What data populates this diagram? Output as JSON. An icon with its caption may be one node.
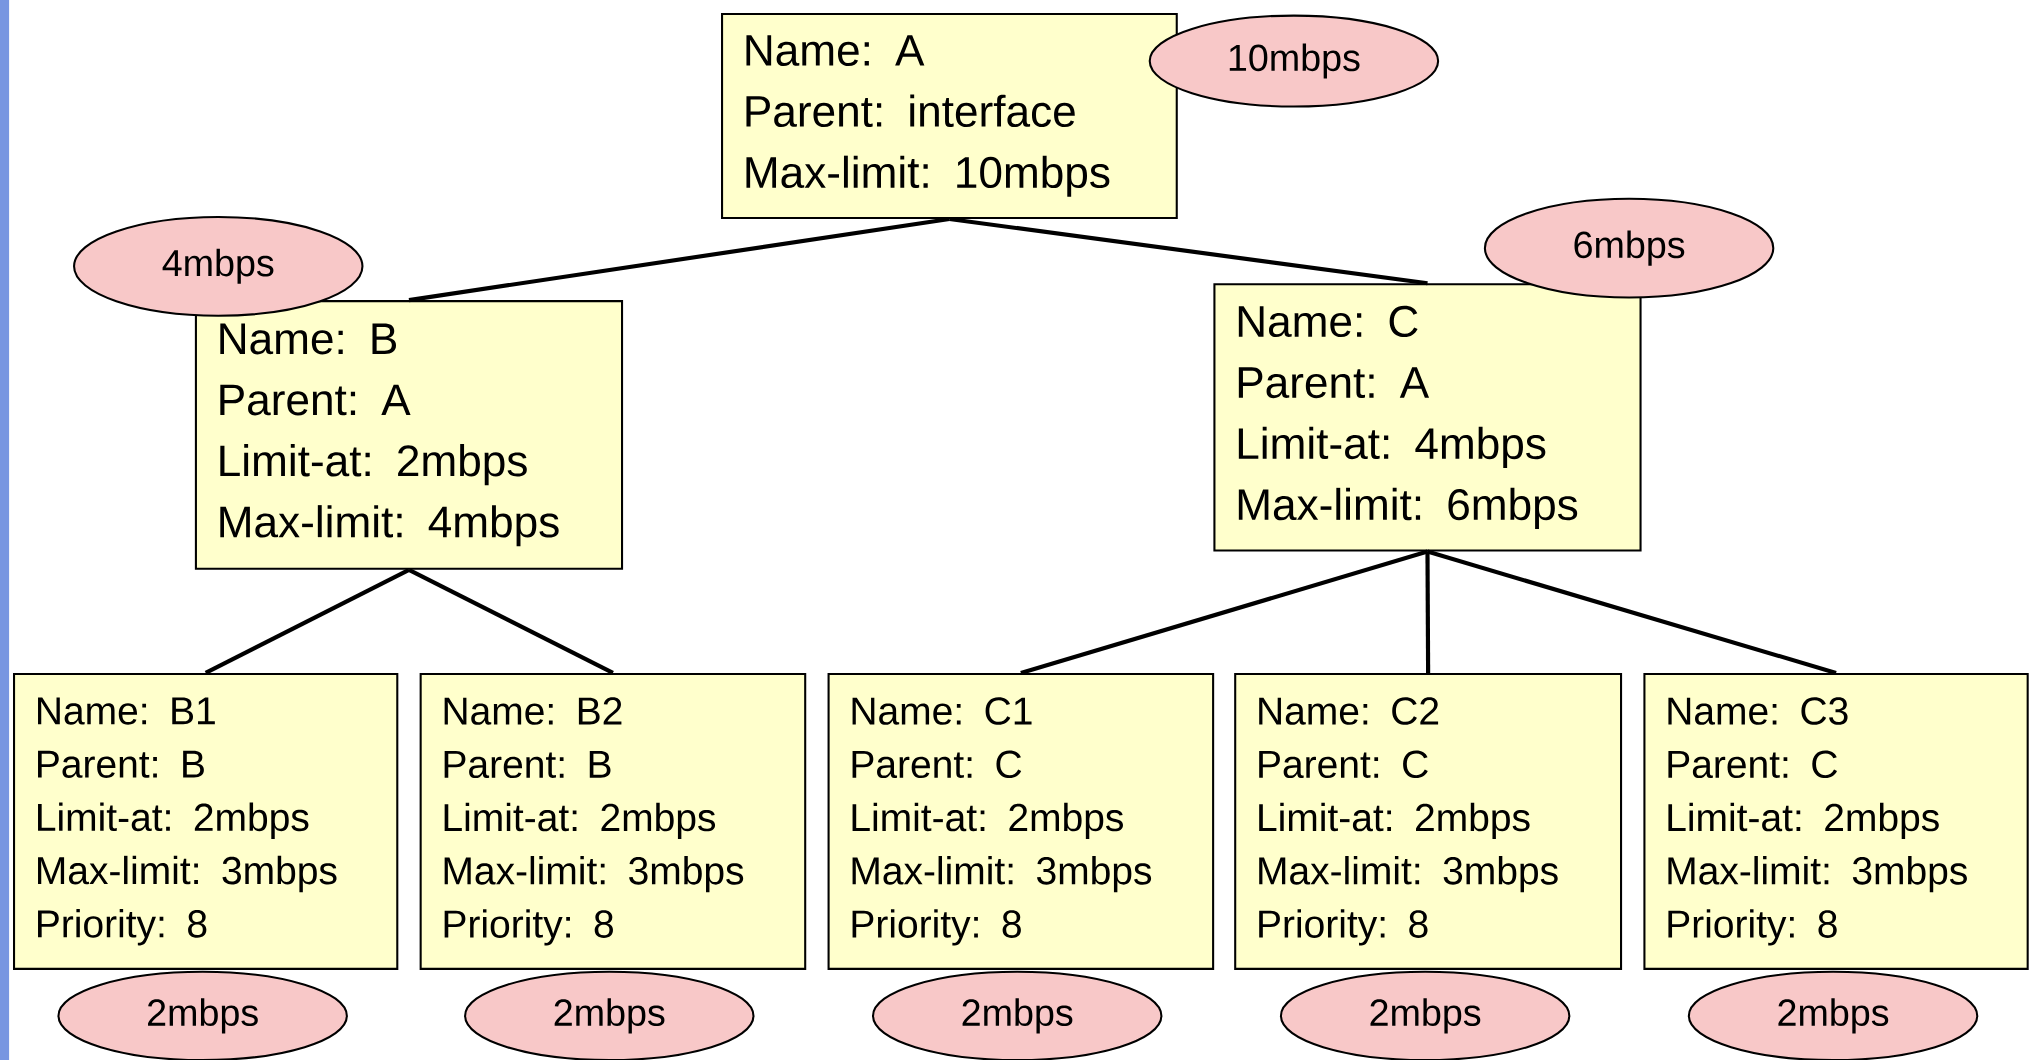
{
  "diagram": {
    "nodes": [
      {
        "text": [
          "Name: A",
          "Parent: interface",
          "Max-limit: 10mbps"
        ]
      },
      {
        "text": [
          "10mbps"
        ]
      },
      {
        "text": [
          "4mbps"
        ]
      },
      {
        "text": [
          "Name: B",
          "Parent: A",
          "Limit-at: 2mbps",
          "Max-limit: 4mbps"
        ]
      },
      {
        "text": [
          "6mbps"
        ]
      },
      {
        "text": [
          "Name: C",
          "Parent: A",
          "Limit-at: 4mbps",
          "Max-limit: 6mbps"
        ]
      },
      {
        "text": [
          "Name: B1",
          "Parent: B",
          "Limit-at: 2mbps",
          "Max-limit: 3mbps",
          "Priority: 8"
        ]
      },
      {
        "text": [
          "Name: B2",
          "Parent: B",
          "Limit-at: 2mbps",
          "Max-limit: 3mbps",
          "Priority: 8"
        ]
      },
      {
        "text": [
          "Name: C1",
          "Parent: C",
          "Limit-at: 2mbps",
          "Max-limit: 3mbps",
          "Priority: 8"
        ]
      },
      {
        "text": [
          "Name: C2",
          "Parent: C",
          "Limit-at: 2mbps",
          "Max-limit: 3mbps",
          "Priority: 8"
        ]
      },
      {
        "text": [
          "Name: C3",
          "Parent: C",
          "Limit-at: 2mbps",
          "Max-limit: 3mbps",
          "Priority: 8"
        ]
      },
      {
        "text": [
          "2mbps"
        ]
      },
      {
        "text": [
          "2mbps"
        ]
      },
      {
        "text": [
          "2mbps"
        ]
      },
      {
        "text": [
          "2mbps"
        ]
      },
      {
        "text": [
          "2mbps"
        ]
      }
    ],
    "edges": [
      {
        "from": 0,
        "to": 3,
        "arrow": "none"
      },
      {
        "from": 0,
        "to": 5,
        "arrow": "none"
      },
      {
        "from": 3,
        "to": 6,
        "arrow": "none"
      },
      {
        "from": 3,
        "to": 7,
        "arrow": "none"
      },
      {
        "from": 5,
        "to": 8,
        "arrow": "none"
      },
      {
        "from": 5,
        "to": 9,
        "arrow": "none"
      },
      {
        "from": 5,
        "to": 10,
        "arrow": "none"
      }
    ]
  }
}
